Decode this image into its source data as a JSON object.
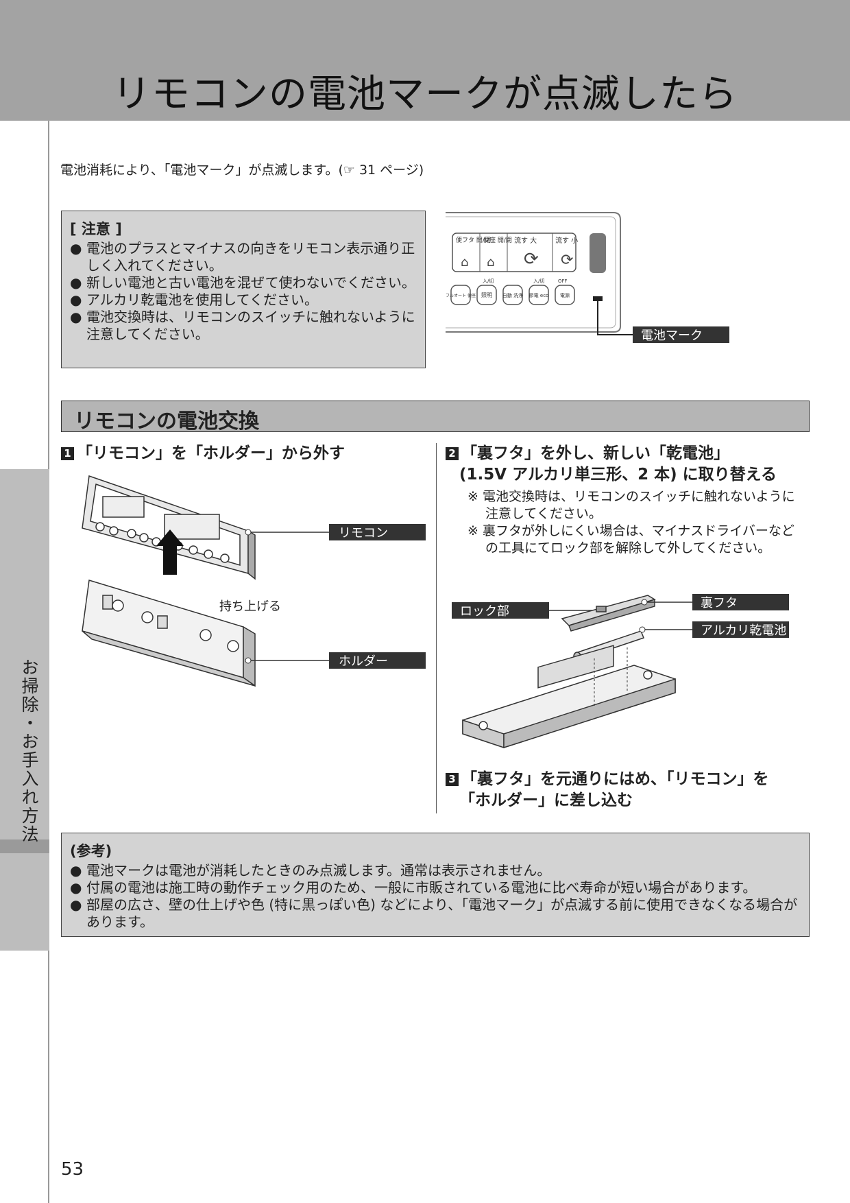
{
  "page_title": "リモコンの電池マークが点滅したら",
  "side_tab": "お掃除・お手入れ方法",
  "intro": "電池消耗により、「電池マーク」が点滅します。(☞ 31 ページ)",
  "caution": {
    "heading": "[ 注意 ]",
    "items": [
      "電池のプラスとマイナスの向きをリモコン表示通り正しく入れてください。",
      "新しい電池と古い電池を混ぜて使わないでください。",
      "アルカリ乾電池を使用してください。",
      "電池交換時は、リモコンのスイッチに触れないように注意してください。"
    ]
  },
  "remote_panel": {
    "buttons": [
      "便フタ 開/閉",
      "便座 開/閉",
      "流す 大",
      "流す 小"
    ],
    "small_labels": [
      "入/切",
      "入/切",
      "OFF"
    ],
    "round_buttons": [
      "フルオート 便座",
      "照明",
      "自動 洗浄",
      "節電 eco",
      "電源"
    ],
    "battery_label": "電池マーク"
  },
  "section_title": "リモコンの電池交換",
  "step1": {
    "num": "1",
    "text": "「リモコン」を「ホルダー」から外す",
    "label_remote": "リモコン",
    "label_holder": "ホルダー",
    "lift_text": "持ち上げる"
  },
  "step2": {
    "num": "2",
    "line1": "「裏フタ」を外し、新しい「乾電池」",
    "line2": "(1.5V アルカリ単三形、2 本) に取り替える",
    "notes": [
      "※ 電池交換時は、リモコンのスイッチに触れないように注意してください。",
      "※ 裏フタが外しにくい場合は、マイナスドライバーなどの工具にてロック部を解除して外してください。"
    ],
    "label_lock": "ロック部",
    "label_cover": "裏フタ",
    "label_battery": "アルカリ乾電池"
  },
  "step3": {
    "num": "3",
    "line1": "「裏フタ」を元通りにはめ、「リモコン」を",
    "line2": "「ホルダー」に差し込む"
  },
  "reference": {
    "heading": "(参考)",
    "items": [
      "電池マークは電池が消耗したときのみ点滅します。通常は表示されません。",
      "付属の電池は施工時の動作チェック用のため、一般に市販されている電池に比べ寿命が短い場合があります。",
      "部屋の広さ、壁の仕上げや色 (特に黒っぽい色) などにより、「電池マーク」が点滅する前に使用できなくなる場合があります。"
    ]
  },
  "page_number": "53"
}
